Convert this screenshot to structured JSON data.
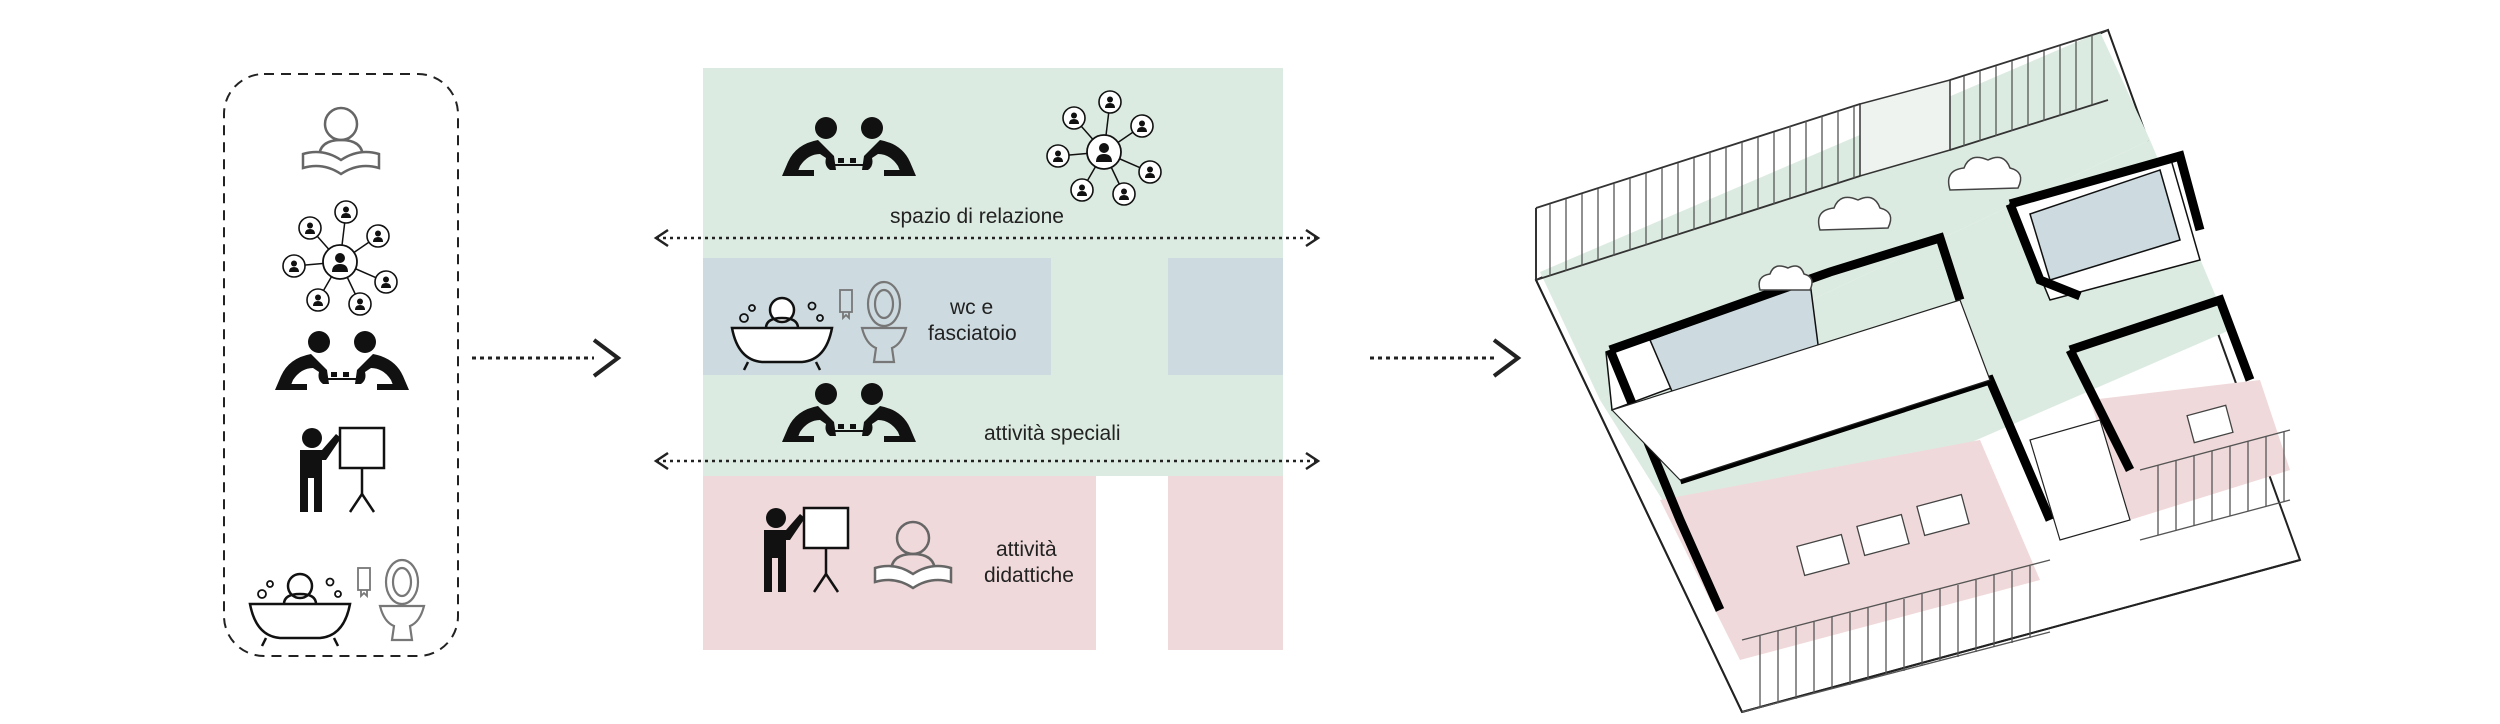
{
  "zones": {
    "relazione": {
      "label": "spazio di relazione",
      "color": "#dcebe1"
    },
    "wc": {
      "label_line1": "wc e",
      "label_line2": "fasciatoio",
      "color": "#cddbe0"
    },
    "speciali": {
      "label": "attività speciali",
      "color": "#dcebe1"
    },
    "didattiche": {
      "label_line1": "attività",
      "label_line2": "didattiche",
      "color": "#f0d9da"
    }
  },
  "colors": {
    "ink": "#111111",
    "arrow": "#222222",
    "wall": "#000000"
  },
  "icons": [
    "reading-person-icon",
    "network-icon",
    "children-playing-icon",
    "teacher-board-icon",
    "baby-bath-icon",
    "toilet-icon",
    "diaper-icon"
  ]
}
